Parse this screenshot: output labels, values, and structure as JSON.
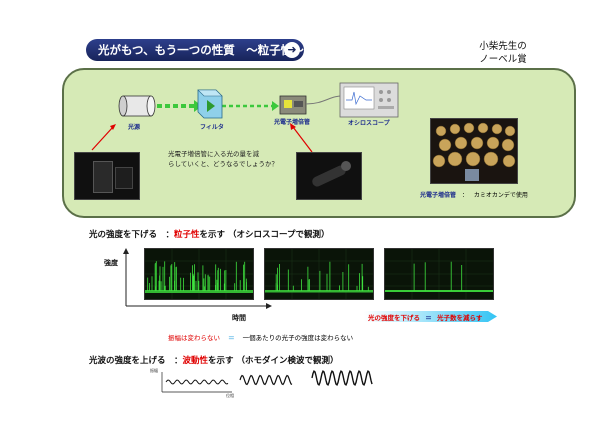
{
  "header": {
    "title": "光がもつ、もう一つの性質　〜粒子性〜",
    "nobel_line1": "小柴先生の",
    "nobel_line2": "ノーベル賞"
  },
  "apparatus": {
    "light_source_label": "光源",
    "filter_label": "フィルタ",
    "pmt_label": "光電子増倍管",
    "oscilloscope_label": "オシロスコープ",
    "question_line1": "光電子増倍管に入る光の量を減",
    "question_line2": "らしていくと、どうなるでしょうか？",
    "kamiokande_label": "光電子増倍管",
    "kamiokande_colon": "：",
    "kamiokande_note": "カミオカンデで使用"
  },
  "particle_section": {
    "heading_prefix": "光の強度を下げる　：",
    "heading_highlight": "粒子性",
    "heading_suffix": "を示す （オシロスコープで観測）",
    "y_axis_label": "強度",
    "x_axis_label": "時間",
    "note_amplitude": "振幅は変わらない",
    "note_equals": "＝",
    "note_photon": "一個あたりの光子の強度は変わらない",
    "arrow_part1": "光の強度を下げる",
    "arrow_equals": "＝",
    "arrow_part2": "光子数を減らす"
  },
  "wave_section": {
    "heading_prefix": "光波の強度を上げる　：",
    "heading_highlight": "波動性",
    "heading_suffix": "を示す （ホモダイン検波で観測）",
    "y_small_label": "振幅",
    "x_small_label": "位相"
  },
  "colors": {
    "panel_bg": "#d6eab6",
    "title_bg": "#18245a",
    "highlight_red": "#e00000",
    "label_blue": "#1a2a8c",
    "trace_green": "#3ee03e"
  }
}
